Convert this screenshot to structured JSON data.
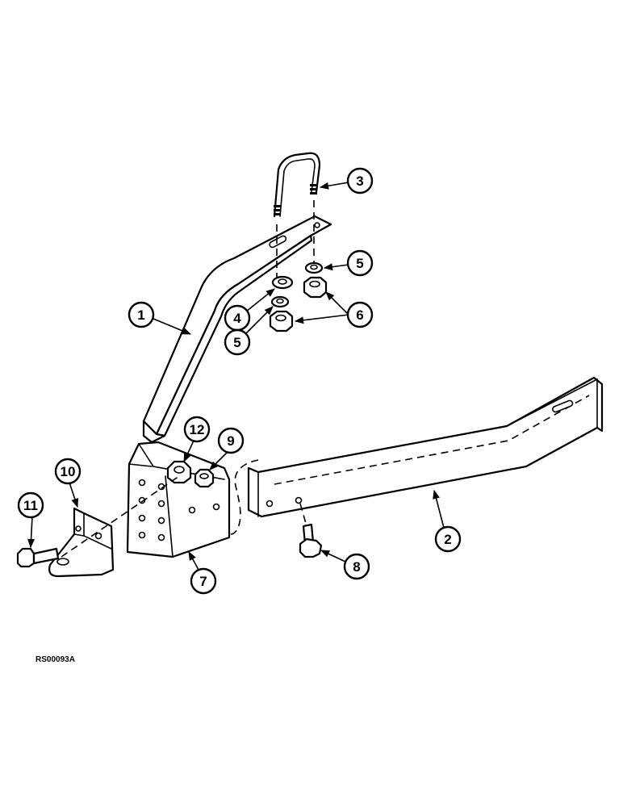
{
  "figure": {
    "reference": "RS00093A"
  },
  "callouts": [
    {
      "id": "1",
      "label": "1"
    },
    {
      "id": "2",
      "label": "2"
    },
    {
      "id": "3",
      "label": "3"
    },
    {
      "id": "4",
      "label": "4"
    },
    {
      "id": "5a",
      "label": "5"
    },
    {
      "id": "5b",
      "label": "5"
    },
    {
      "id": "6",
      "label": "6"
    },
    {
      "id": "7",
      "label": "7"
    },
    {
      "id": "8",
      "label": "8"
    },
    {
      "id": "9",
      "label": "9"
    },
    {
      "id": "10",
      "label": "10"
    },
    {
      "id": "11",
      "label": "11"
    },
    {
      "id": "12",
      "label": "12"
    }
  ],
  "colors": {
    "ink": "#000000",
    "paper": "#ffffff"
  }
}
